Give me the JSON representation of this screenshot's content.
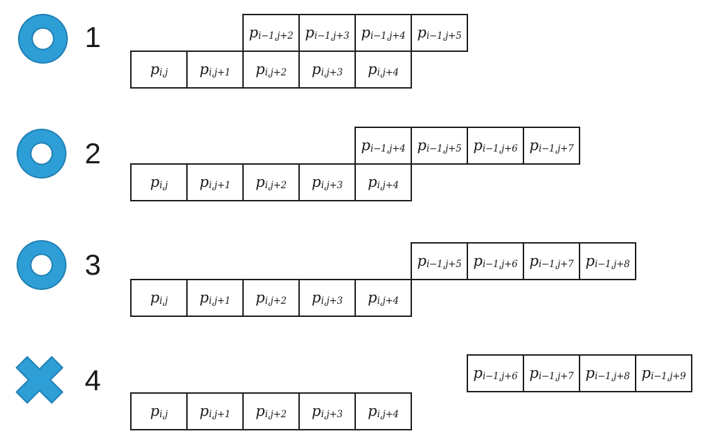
{
  "diagram_title": "neighbor pixel alignment cases",
  "colors": {
    "marker_fill": "#2E9FD6",
    "marker_stroke": "#1F80B4",
    "cell_border": "#1b1b1b"
  },
  "icons": {
    "pass": "circle-icon",
    "fail": "cross-icon"
  },
  "rows": [
    {
      "label": "1",
      "marker": "circle",
      "top_cells": [
        {
          "base": "p",
          "sub": "i−1,j+2"
        },
        {
          "base": "p",
          "sub": "i−1,j+3"
        },
        {
          "base": "p",
          "sub": "i−1,j+4"
        },
        {
          "base": "p",
          "sub": "i−1,j+5"
        }
      ],
      "bottom_cells": [
        {
          "base": "p",
          "sub": "i,j"
        },
        {
          "base": "p",
          "sub": "i,j+1"
        },
        {
          "base": "p",
          "sub": "i,j+2"
        },
        {
          "base": "p",
          "sub": "i,j+3"
        },
        {
          "base": "p",
          "sub": "i,j+4"
        }
      ]
    },
    {
      "label": "2",
      "marker": "circle",
      "top_cells": [
        {
          "base": "p",
          "sub": "i−1,j+4"
        },
        {
          "base": "p",
          "sub": "i−1,j+5"
        },
        {
          "base": "p",
          "sub": "i−1,j+6"
        },
        {
          "base": "p",
          "sub": "i−1,j+7"
        }
      ],
      "bottom_cells": [
        {
          "base": "p",
          "sub": "i,j"
        },
        {
          "base": "p",
          "sub": "i,j+1"
        },
        {
          "base": "p",
          "sub": "i,j+2"
        },
        {
          "base": "p",
          "sub": "i,j+3"
        },
        {
          "base": "p",
          "sub": "i,j+4"
        }
      ]
    },
    {
      "label": "3",
      "marker": "circle",
      "top_cells": [
        {
          "base": "p",
          "sub": "i−1,j+5"
        },
        {
          "base": "p",
          "sub": "i−1,j+6"
        },
        {
          "base": "p",
          "sub": "i−1,j+7"
        },
        {
          "base": "p",
          "sub": "i−1,j+8"
        }
      ],
      "bottom_cells": [
        {
          "base": "p",
          "sub": "i,j"
        },
        {
          "base": "p",
          "sub": "i,j+1"
        },
        {
          "base": "p",
          "sub": "i,j+2"
        },
        {
          "base": "p",
          "sub": "i,j+3"
        },
        {
          "base": "p",
          "sub": "i,j+4"
        }
      ]
    },
    {
      "label": "4",
      "marker": "cross",
      "top_cells": [
        {
          "base": "p",
          "sub": "i−1,j+6"
        },
        {
          "base": "p",
          "sub": "i−1,j+7"
        },
        {
          "base": "p",
          "sub": "i−1,j+8"
        },
        {
          "base": "p",
          "sub": "i−1,j+9"
        }
      ],
      "bottom_cells": [
        {
          "base": "p",
          "sub": "i,j"
        },
        {
          "base": "p",
          "sub": "i,j+1"
        },
        {
          "base": "p",
          "sub": "i,j+2"
        },
        {
          "base": "p",
          "sub": "i,j+3"
        },
        {
          "base": "p",
          "sub": "i,j+4"
        }
      ]
    }
  ]
}
